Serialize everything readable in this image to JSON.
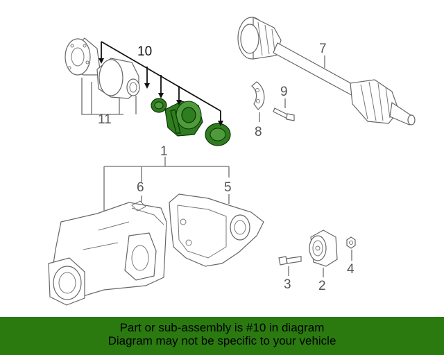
{
  "callouts": {
    "c1": "1",
    "c2": "2",
    "c3": "3",
    "c4": "4",
    "c5": "5",
    "c6": "6",
    "c7": "7",
    "c8": "8",
    "c9": "9",
    "c10": "10",
    "c11": "11"
  },
  "banner": {
    "line1": "Part or sub-assembly is #10 in diagram",
    "line2": "Diagram may not be specific to your vehicle"
  },
  "colors": {
    "highlight": "#2e7d1e",
    "banner": "#2a7a10"
  }
}
